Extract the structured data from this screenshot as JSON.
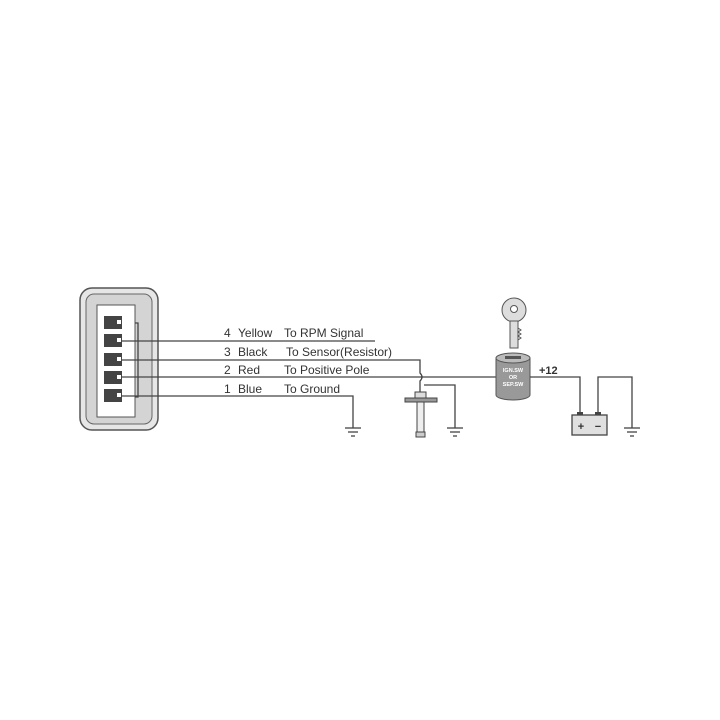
{
  "wires": [
    {
      "pin": "4",
      "color": "Yellow",
      "destination": "To RPM Signal"
    },
    {
      "pin": "3",
      "color": "Black",
      "destination": "To Sensor(Resistor)"
    },
    {
      "pin": "2",
      "color": "Red",
      "destination": "To Positive Pole"
    },
    {
      "pin": "1",
      "color": "Blue",
      "destination": "To Ground"
    }
  ],
  "switch": {
    "line1": "IGN.SW",
    "line2": "OR",
    "line3": "SEP.SW"
  },
  "supply_label": "+12",
  "battery": {
    "plus": "+",
    "minus": "−"
  }
}
